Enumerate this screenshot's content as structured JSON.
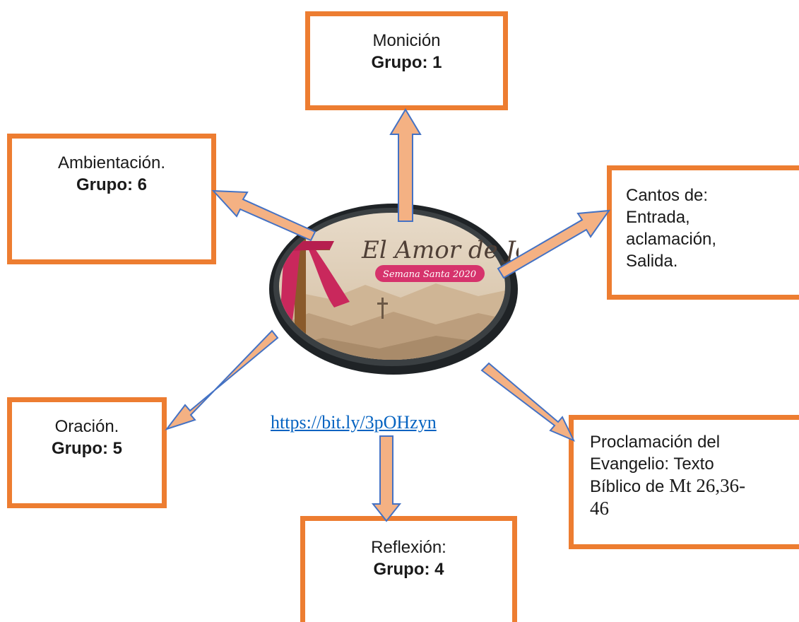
{
  "boxes": {
    "monicion": {
      "title": "Monición",
      "group": "Grupo: 1"
    },
    "ambientacion": {
      "title": "Ambientación.",
      "group": "Grupo: 6"
    },
    "cantos": {
      "line1": "Cantos de:",
      "line2": "Entrada,",
      "line3": "aclamación,",
      "line4": "Salida."
    },
    "oracion": {
      "title": "Oración.",
      "group": "Grupo: 5"
    },
    "proclamacion": {
      "line1": "Proclamación del",
      "line2": "Evangelio: Texto",
      "line3": "Bíblico de",
      "ref1": "Mt 26,36-",
      "ref2": "46"
    },
    "reflexion": {
      "title": "Reflexión:",
      "group": "Grupo: 4"
    }
  },
  "center_image": {
    "title": "El Amor de Jesus",
    "subtitle": "Semana Santa 2020"
  },
  "link": {
    "text": "https://bit.ly/3pOHzyn"
  },
  "colors": {
    "box_border": "#ED7D31",
    "arrow_fill": "#F4B183",
    "arrow_stroke": "#4472C4",
    "link": "#0563C1"
  }
}
